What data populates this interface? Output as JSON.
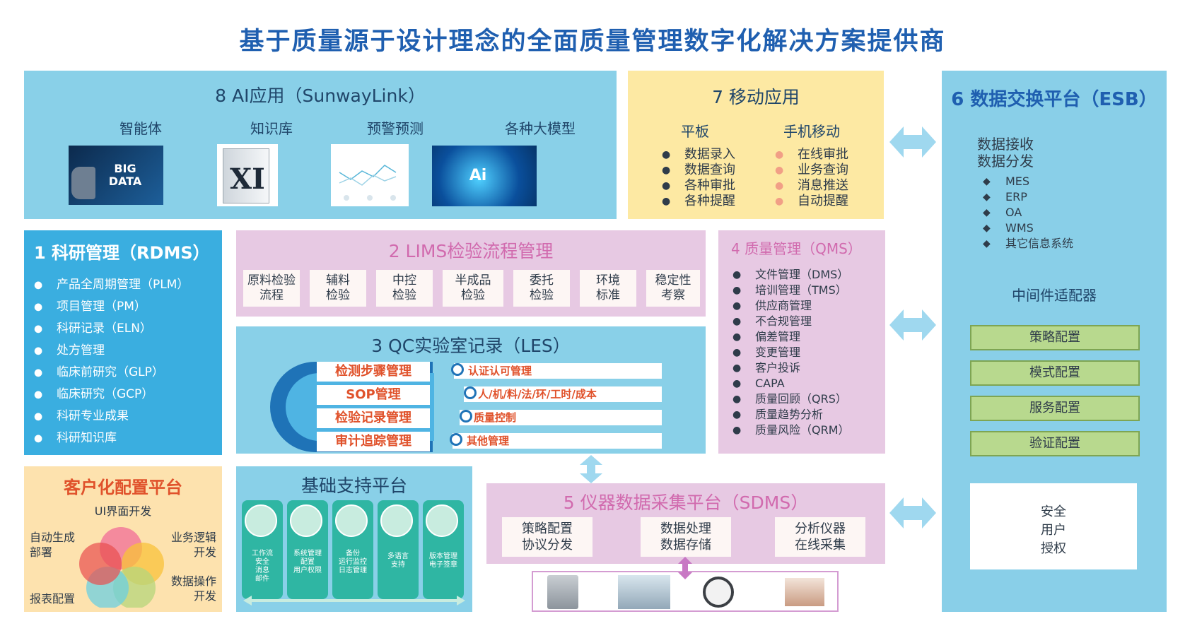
{
  "title": "基于质量源于设计理念的全面质量管理数字化解决方案提供商",
  "ai": {
    "heading": "8 AI应用（SunwayLink）",
    "items": [
      "智能体",
      "知识库",
      "预警预测",
      "各种大模型"
    ],
    "image_texts": [
      "BIG DATA",
      "XI",
      "Ai"
    ]
  },
  "mobile": {
    "heading": "7 移动应用",
    "col1_title": "平板",
    "col2_title": "手机移动",
    "col1": [
      "数据录入",
      "数据查询",
      "各种审批",
      "各种提醒"
    ],
    "col2": [
      "在线审批",
      "业务查询",
      "消息推送",
      "自动提醒"
    ],
    "col2_color": "#f19f86"
  },
  "esb": {
    "heading": "6 数据交换平台（ESB）",
    "lines": [
      "数据接收",
      "数据分发"
    ],
    "systems": [
      "MES",
      "ERP",
      "OA",
      "WMS",
      "其它信息系统"
    ],
    "middleware": "中间件适配器",
    "configs": [
      "策略配置",
      "模式配置",
      "服务配置",
      "验证配置"
    ],
    "security": [
      "安全",
      "用户",
      "授权"
    ]
  },
  "rdms": {
    "heading": "1 科研管理（RDMS）",
    "items": [
      "产品全周期管理（PLM）",
      "项目管理（PM）",
      "科研记录（ELN）",
      "处方管理",
      "临床前研究（GLP）",
      "临床研究（GCP）",
      "科研专业成果",
      "科研知识库"
    ]
  },
  "lims": {
    "heading": "2 LIMS检验流程管理",
    "items": [
      [
        "原料检验",
        "流程"
      ],
      [
        "辅料",
        "检验"
      ],
      [
        "中控",
        "检验"
      ],
      [
        "半成品",
        "检验"
      ],
      [
        "委托",
        "检验"
      ],
      [
        "环境",
        "标准"
      ],
      [
        "稳定性",
        "考察"
      ]
    ]
  },
  "les": {
    "heading": "3 QC实验室记录（LES）",
    "left": [
      "检测步骤管理",
      "SOP管理",
      "检验记录管理",
      "审计追踪管理"
    ],
    "right": [
      "认证认可管理",
      "人/机/料/法/环/工时/成本",
      "质量控制",
      "其他管理"
    ]
  },
  "qms": {
    "heading": "4 质量管理（QMS）",
    "items": [
      "文件管理（DMS）",
      "培训管理（TMS）",
      "供应商管理",
      "不合规管理",
      "偏差管理",
      "变更管理",
      "客户投诉",
      "CAPA",
      "质量回顾（QRS）",
      "质量趋势分析",
      "质量风险（QRM）"
    ]
  },
  "custom": {
    "heading": "客户化配置平台",
    "top": "UI界面开发",
    "left1": [
      "自动生成",
      "部署"
    ],
    "right1": [
      "业务逻辑",
      "开发"
    ],
    "right2": [
      "数据操作",
      "开发"
    ],
    "left2": "报表配置",
    "heading_color": "#e0522b"
  },
  "base": {
    "heading": "基础支持平台",
    "pillars": [
      [
        "工作流",
        "安全",
        "消息",
        "邮件"
      ],
      [
        "系统管理",
        "配置",
        "用户权限"
      ],
      [
        "备份",
        "运行监控",
        "日志管理"
      ],
      [
        "多语言",
        "支持"
      ],
      [
        "版本管理",
        "电子签章"
      ]
    ]
  },
  "sdms": {
    "heading": "5 仪器数据采集平台（SDMS）",
    "items": [
      [
        "策略配置",
        "协议分发"
      ],
      [
        "数据处理",
        "数据存储"
      ],
      [
        "分析仪器",
        "在线采集"
      ]
    ]
  }
}
